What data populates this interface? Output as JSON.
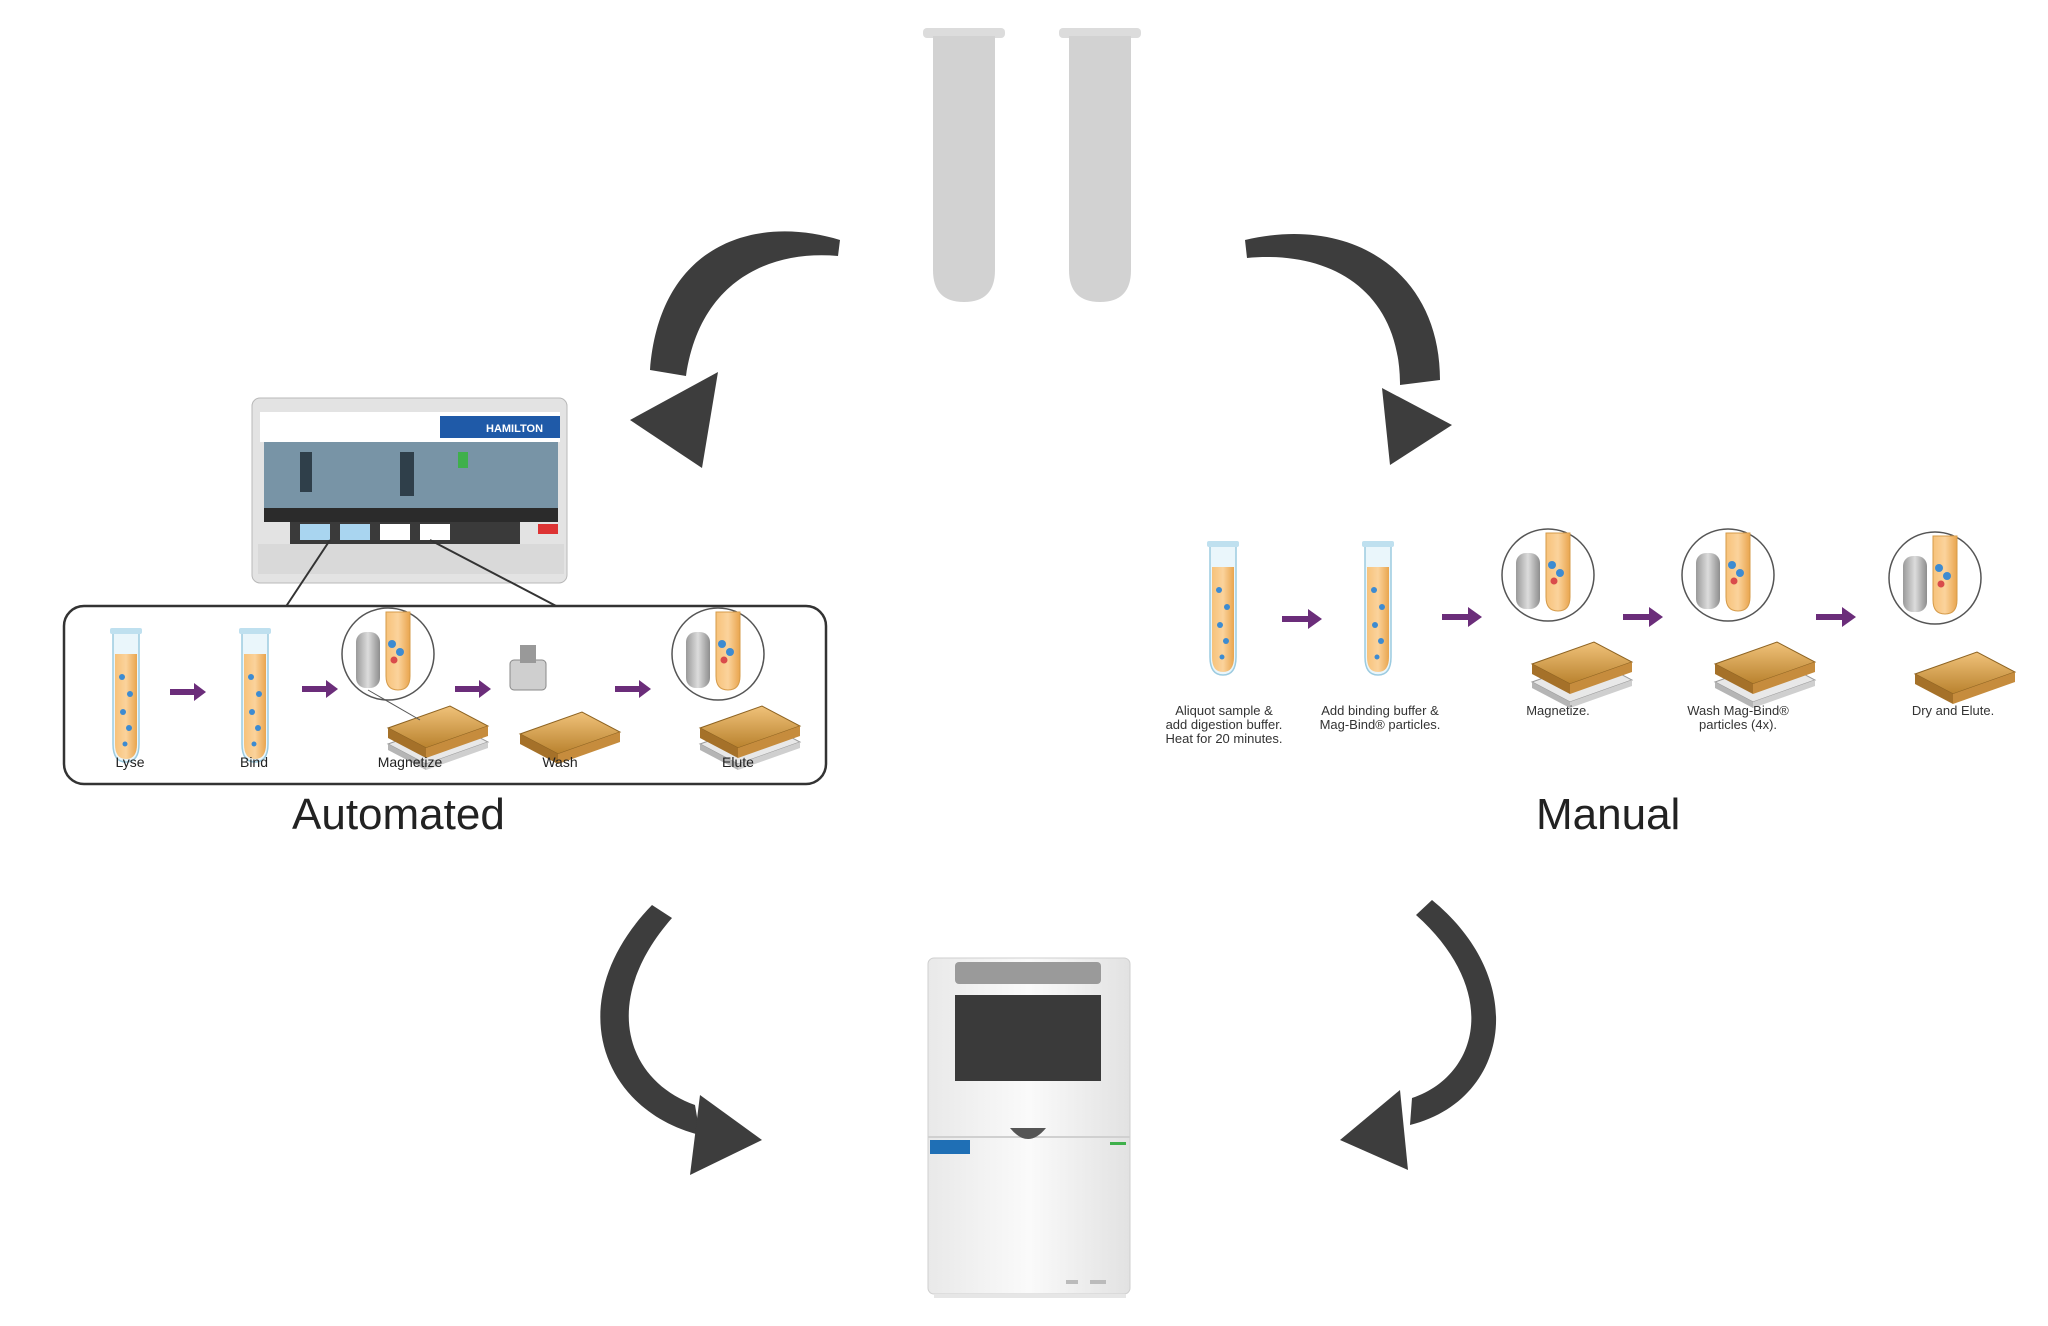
{
  "automated": {
    "title": "Automated",
    "instrument_brand": "HAMILTON",
    "steps": [
      "Lyse",
      "Bind",
      "Magnetize",
      "Wash",
      "Elute"
    ]
  },
  "manual": {
    "title": "Manual",
    "steps": [
      {
        "line1": "Aliquot sample &",
        "line2": "add digestion buffer.",
        "line3": "Heat for 20 minutes."
      },
      {
        "line1": "Add binding buffer &",
        "line2": "Mag-Bind® particles.",
        "line3": ""
      },
      {
        "line1": "Magnetize.",
        "line2": "",
        "line3": ""
      },
      {
        "line1": "Wash Mag-Bind®",
        "line2": "particles (4x).",
        "line3": ""
      },
      {
        "line1": "Dry and Elute.",
        "line2": "",
        "line3": ""
      }
    ]
  },
  "colors": {
    "arrow": "#3d3d3d",
    "step_arrow": "#6b2d7a",
    "tube_gray": "#d2d2d2",
    "sample_orange": "#f5b25a",
    "plate_gold": "#d9a352",
    "agilent_blue": "#1f6fb5"
  },
  "icons": [
    "sample-tubes-icon",
    "liquid-handler-icon",
    "analyzer-instrument-icon"
  ]
}
